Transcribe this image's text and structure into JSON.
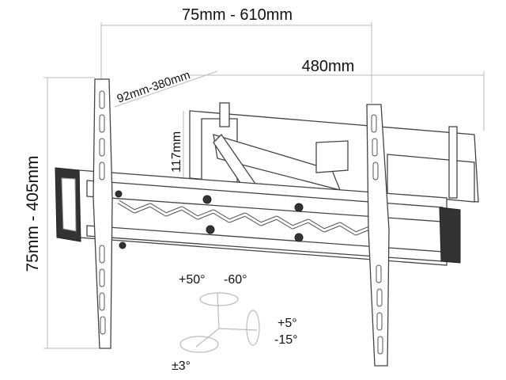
{
  "dimensions": {
    "width_range": "75mm - 610mm",
    "arm_extension": "480mm",
    "arm_spacing": "92mm-380mm",
    "wall_plate_height": "117mm",
    "height_range": "75mm - 405mm"
  },
  "rotation": {
    "swivel_plus": "+50°",
    "swivel_minus": "-60°",
    "tilt_plus": "+5°",
    "tilt_minus": "-15°",
    "roll": "±3°"
  }
}
